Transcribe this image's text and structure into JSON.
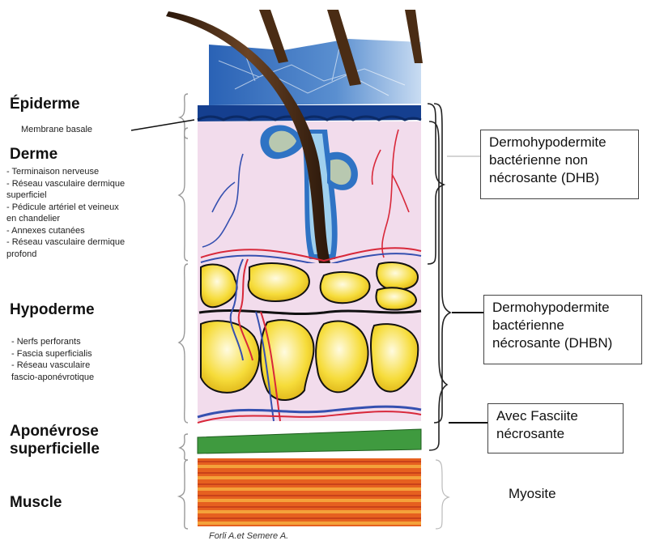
{
  "layers": {
    "epiderme": {
      "title": "Épiderme",
      "membrane": "Membrane basale"
    },
    "derme": {
      "title": "Derme",
      "items": [
        "- Terminaison nerveuse",
        "- Réseau vasculaire dermique",
        "superficiel",
        "- Pédicule artériel et veineux",
        "en chandelier",
        "- Annexes cutanées",
        "- Réseau vasculaire dermique",
        "profond"
      ]
    },
    "hypoderme": {
      "title": "Hypoderme",
      "items": [
        "- Nerfs perforants",
        "- Fascia superficialis",
        "- Réseau vasculaire",
        "fascio-aponévrotique"
      ]
    },
    "aponevrose": {
      "title_line1": "Aponévrose",
      "title_line2": "superficielle"
    },
    "muscle": {
      "title": "Muscle"
    }
  },
  "conditions": {
    "dhb": [
      "Dermohypodermite",
      "bactérienne non",
      "nécrosante (DHB)"
    ],
    "dhbn": [
      "Dermohypodermite",
      "bactérienne",
      "nécrosante (DHBN)"
    ],
    "fasciite": [
      "Avec Fasciite",
      "nécrosante"
    ],
    "myosite": "Myosite"
  },
  "credit": "Forli A.et Semere A.",
  "colors": {
    "epidermis_dark": "#1f4fa0",
    "epidermis_light": "#a9c4e6",
    "dermis": "#f2dcec",
    "fat": "#f3d21c",
    "fascia": "#3f9a3f",
    "muscle": "#e2571e",
    "artery": "#d8283a",
    "vein": "#3550b0",
    "hair": "#3b2412"
  }
}
